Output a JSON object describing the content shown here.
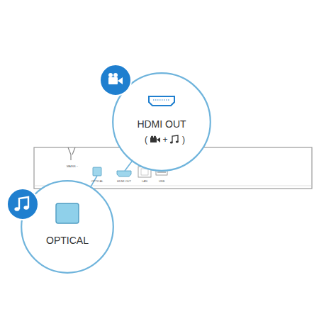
{
  "diagram": {
    "nodes": [
      {
        "text": [
          "HDMI OUT",
          "(",
          "+",
          ")"
        ]
      },
      {
        "text": [
          "MAINS ~",
          "OPTICAL",
          "HDMI OUT",
          "LAN",
          "USB"
        ]
      },
      {
        "text": [
          "OPTICAL"
        ]
      }
    ],
    "edges": [
      {
        "from": 0,
        "to": 1,
        "arrow": "none"
      },
      {
        "from": 2,
        "to": 1,
        "arrow": "none"
      }
    ]
  }
}
